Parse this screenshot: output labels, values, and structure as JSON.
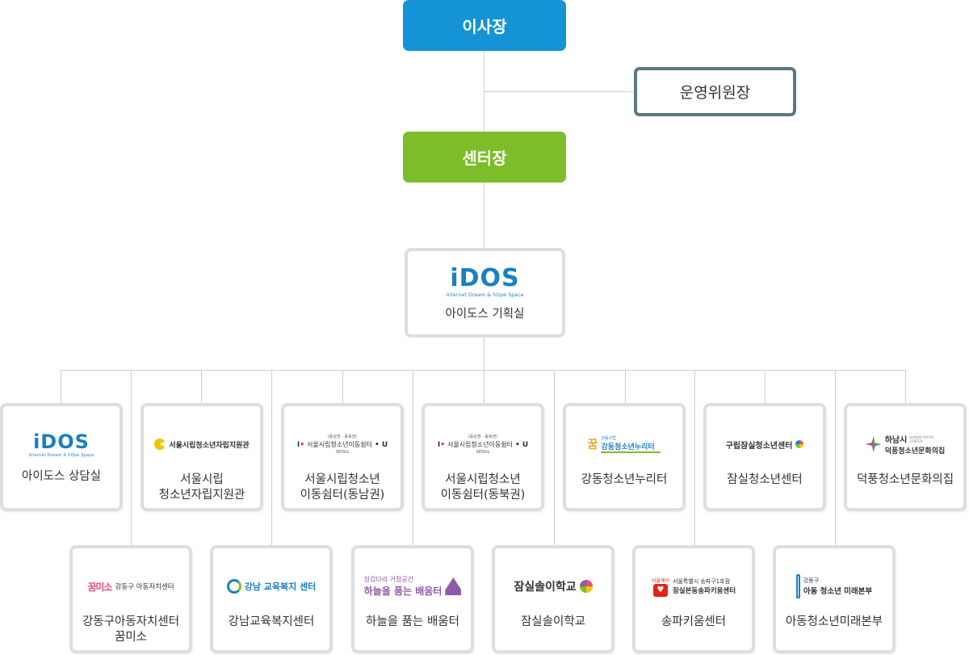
{
  "top": {
    "chairman": "이사장",
    "committee": "운영위원장",
    "director": "센터장"
  },
  "planning": {
    "logo_text": "iDOS",
    "logo_sub": "Internet Dream & hOpe Space",
    "label": "아이도스 기획실"
  },
  "row1": [
    {
      "label": "아이도스 상담실",
      "logo_text": "iDOS",
      "logo_sub": "Internet Dream & hOpe Space"
    },
    {
      "label": "서울시립\n청소년자립지원관",
      "logo_text": "서울시립청소년자립지원관"
    },
    {
      "label": "서울시립청소년\n이동쉼터(동남권)",
      "logo_top": "(동남권 · 동북권)",
      "logo_text": "서울시립청소년이동쉼터",
      "logo_bottom": "SEOUL"
    },
    {
      "label": "서울시립청소년\n이동쉼터(동북권)",
      "logo_top": "(동남권 · 동북권)",
      "logo_text": "서울시립청소년이동쉼터",
      "logo_bottom": "SEOUL"
    },
    {
      "label": "강동청소년누리터",
      "logo_top": "강동구립",
      "logo_text": "강동청소년누리터"
    },
    {
      "label": "잠실청소년센터",
      "logo_text": "구립잠실청소년센터"
    },
    {
      "label": "덕풍청소년문화의집",
      "logo_top": "하남시",
      "logo_text": "덕풍청소년문화의집",
      "logo_small": "HANAM YOUTH CENTER"
    }
  ],
  "row2": [
    {
      "label": "강동구아동자치센터\n꿈미소",
      "logo_mark": "꿈미소",
      "logo_text": "강동구 아동자치센터"
    },
    {
      "label": "강남교육복지센터",
      "logo_text": "강남 교육복지 센터"
    },
    {
      "label": "하늘을 품는 배움터",
      "logo_top": "징검다리 거점공간",
      "logo_text": "하늘을 품는 배움터"
    },
    {
      "label": "잠실솔이학교",
      "logo_text": "잠실솔이학교"
    },
    {
      "label": "송파키움센터",
      "logo_mark": "서울케어",
      "logo_top": "서울특별시 송파구1호점",
      "logo_text": "잠실본동송파키움센터"
    },
    {
      "label": "아동청소년미래본부",
      "logo_top": "강동구",
      "logo_text": "아동 청소년 미래본부"
    }
  ],
  "colors": {
    "chairman_bg": "#1493d6",
    "director_bg": "#7dbd29",
    "committee_border": "#5b7886",
    "line": "#cfcfcf",
    "card_border": "#dedede"
  }
}
